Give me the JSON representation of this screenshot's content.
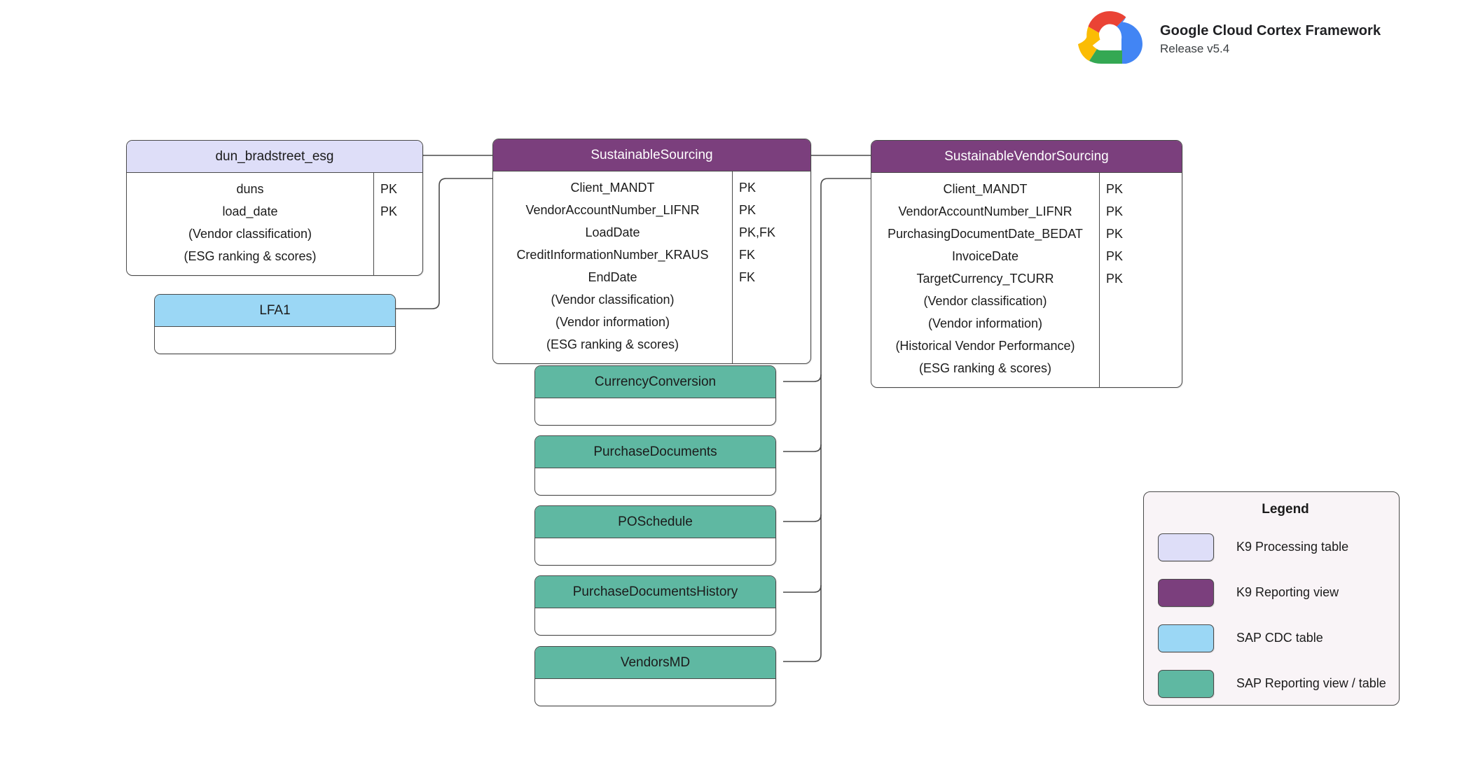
{
  "brand": {
    "title": "Google Cloud Cortex Framework",
    "release": "Release v5.4",
    "logo_icon": "google-cloud-logo",
    "logo_colors": {
      "red": "#EA4335",
      "yellow": "#FBBC04",
      "green": "#34A853",
      "blue": "#4285F4"
    }
  },
  "palette": {
    "k9_processing_table": "#DEDEF8",
    "k9_reporting_view": "#7B3F7D",
    "sap_cdc_table": "#9BD7F5",
    "sap_reporting_view": "#5FB8A2",
    "border": "#4a4a4a",
    "legend_background": "#F9F4F7"
  },
  "entities": [
    {
      "id": "dun-bradstreet-esg",
      "title": "dun_bradstreet_esg",
      "kind": "k9proc",
      "fields": [
        "duns",
        "load_date",
        "(Vendor classification)",
        "(ESG ranking & scores)"
      ],
      "keys": [
        "PK",
        "PK",
        "",
        ""
      ]
    },
    {
      "id": "sustainable-sourcing",
      "title": "SustainableSourcing",
      "kind": "k9view",
      "fields": [
        "Client_MANDT",
        "VendorAccountNumber_LIFNR",
        "LoadDate",
        "CreditInformationNumber_KRAUS",
        "EndDate",
        "(Vendor classification)",
        "(Vendor information)",
        "(ESG ranking & scores)"
      ],
      "keys": [
        "PK",
        "PK",
        "PK,FK",
        "FK",
        "FK",
        "",
        "",
        ""
      ]
    },
    {
      "id": "sustainable-vendor-sourcing",
      "title": "SustainableVendorSourcing",
      "kind": "k9view",
      "fields": [
        "Client_MANDT",
        "VendorAccountNumber_LIFNR",
        "PurchasingDocumentDate_BEDAT",
        "InvoiceDate",
        "TargetCurrency_TCURR",
        "(Vendor classification)",
        "(Vendor information)",
        "(Historical Vendor Performance)",
        "(ESG ranking & scores)"
      ],
      "keys": [
        "PK",
        "PK",
        "PK",
        "PK",
        "PK",
        "",
        "",
        "",
        ""
      ]
    },
    {
      "id": "lfa1",
      "title": "LFA1",
      "kind": "sapcdc",
      "fields": [],
      "keys": []
    },
    {
      "id": "currency-conversion",
      "title": "CurrencyConversion",
      "kind": "sapview",
      "fields": [],
      "keys": []
    },
    {
      "id": "purchase-documents",
      "title": "PurchaseDocuments",
      "kind": "sapview",
      "fields": [],
      "keys": []
    },
    {
      "id": "po-schedule",
      "title": "POSchedule",
      "kind": "sapview",
      "fields": [],
      "keys": []
    },
    {
      "id": "purchase-documents-history",
      "title": "PurchaseDocumentsHistory",
      "kind": "sapview",
      "fields": [],
      "keys": []
    },
    {
      "id": "vendors-md",
      "title": "VendorsMD",
      "kind": "sapview",
      "fields": [],
      "keys": []
    }
  ],
  "legend": {
    "title": "Legend",
    "items": [
      {
        "swatch": "k9proc",
        "label": "K9 Processing table"
      },
      {
        "swatch": "k9view",
        "label": "K9 Reporting view"
      },
      {
        "swatch": "sapcdc",
        "label": "SAP CDC table"
      },
      {
        "swatch": "sapview",
        "label": "SAP Reporting view / table"
      }
    ]
  }
}
